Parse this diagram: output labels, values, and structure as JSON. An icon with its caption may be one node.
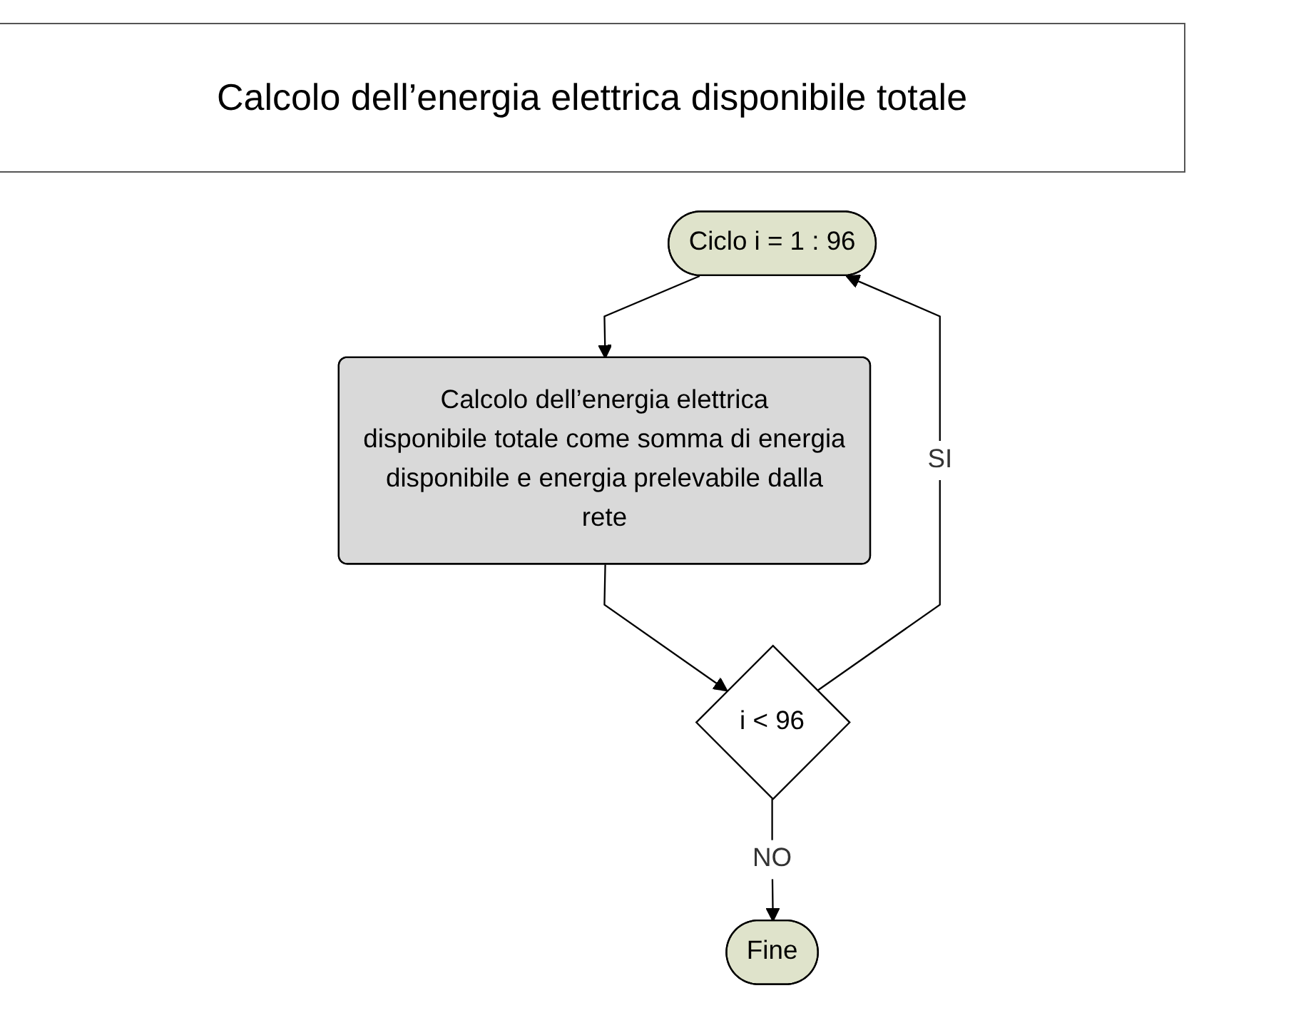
{
  "diagram": {
    "title": "Calcolo dell’energia elettrica disponibile totale",
    "nodes": [
      {
        "text": [
          "Ciclo i = 1 : 96"
        ]
      },
      {
        "text": [
          "Calcolo dell’energia elettrica disponibile totale come somma di energia disponibile e energia prelevabile dalla rete"
        ]
      },
      {
        "text": [
          "i < 96"
        ]
      },
      {
        "text": [
          "Fine"
        ]
      }
    ],
    "edges": [
      {
        "from": 0,
        "to": 1,
        "arrow": "to"
      },
      {
        "from": 1,
        "to": 2,
        "arrow": "to"
      },
      {
        "from": 2,
        "to": 0,
        "arrow": "to",
        "label": "SI"
      },
      {
        "from": 2,
        "to": 3,
        "arrow": "to",
        "label": "NO"
      }
    ]
  }
}
